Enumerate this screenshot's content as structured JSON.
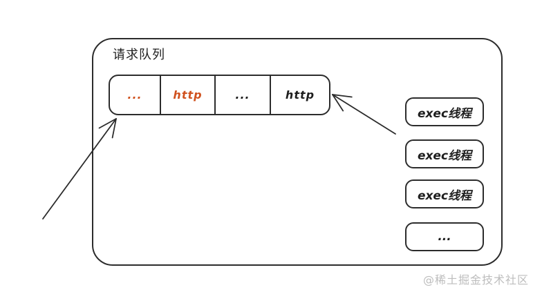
{
  "colors": {
    "line": "#2b2b2b",
    "accent_orange": "#d0521f",
    "text_black": "#1e1e1e",
    "watermark_gray": "#bdbdbd",
    "background": "#ffffff"
  },
  "diagram": {
    "title": "请求队列",
    "queue": {
      "cells": [
        {
          "label": "...",
          "color": "#d0521f"
        },
        {
          "label": "http",
          "color": "#d0521f"
        },
        {
          "label": "...",
          "color": "#1e1e1e"
        },
        {
          "label": "http",
          "color": "#1e1e1e"
        }
      ]
    },
    "threads": [
      {
        "label": "exec线程"
      },
      {
        "label": "exec线程"
      },
      {
        "label": "exec线程"
      },
      {
        "label": "..."
      }
    ],
    "arrows": [
      {
        "name": "arrow-into-queue-head",
        "from": "bottom-left",
        "to": "queue-head"
      },
      {
        "name": "arrow-exec-to-queue-tail",
        "from": "exec-threads",
        "to": "queue-tail"
      }
    ]
  },
  "watermark": {
    "text": "@稀土掘金技术社区"
  }
}
